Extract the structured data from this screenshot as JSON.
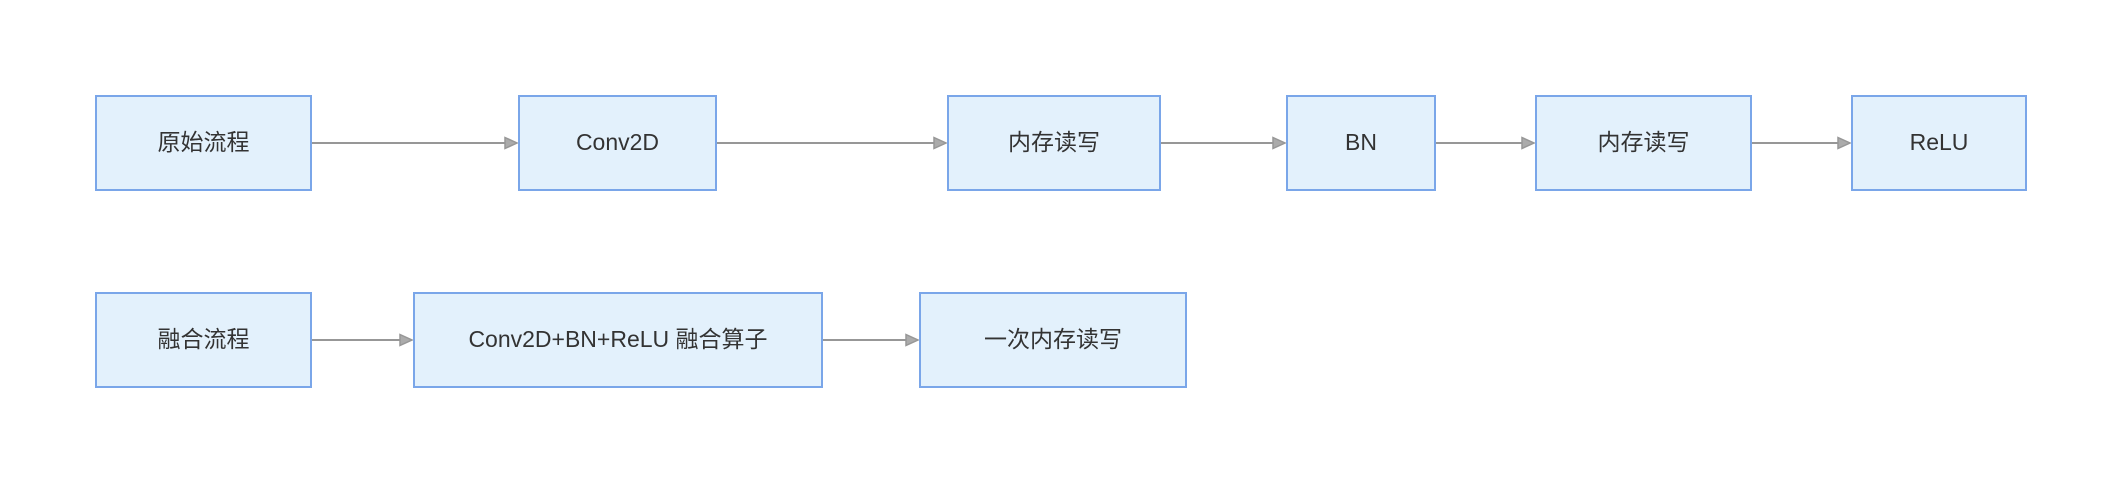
{
  "diagram": {
    "colors": {
      "node_fill": "#e3f1fc",
      "node_border": "#7aa6e9",
      "arrow": "#979797",
      "arrow_head": "#ababab",
      "text": "#333333",
      "background": "#ffffff"
    },
    "rows": [
      {
        "name": "original-pipeline",
        "nodes": [
          {
            "label": "原始流程"
          },
          {
            "label": "Conv2D"
          },
          {
            "label": "内存读写"
          },
          {
            "label": "BN"
          },
          {
            "label": "内存读写"
          },
          {
            "label": "ReLU"
          }
        ]
      },
      {
        "name": "fused-pipeline",
        "nodes": [
          {
            "label": "融合流程"
          },
          {
            "label": "Conv2D+BN+ReLU 融合算子"
          },
          {
            "label": "一次内存读写"
          }
        ]
      }
    ]
  }
}
